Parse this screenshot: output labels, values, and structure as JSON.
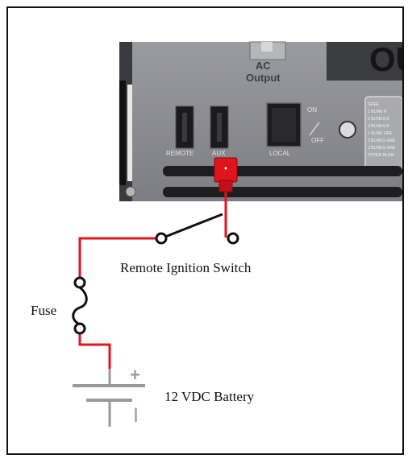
{
  "panel": {
    "ac_output_line1": "AC",
    "ac_output_line2": "Output",
    "remote_label": "REMOTE",
    "aux_label": "AUX",
    "local_label": "LOCAL",
    "on_label": "ON",
    "off_label": "OFF",
    "display_text": "OU",
    "led_legend": [
      "GREE",
      "1 BLINK R",
      "2 BLINKS R",
      "3 BLINKS R",
      "1 BLINK GRE",
      "2 BLINKS GRE",
      "3 BLINKS GRE",
      "OTHER BLINK"
    ]
  },
  "labels": {
    "switch": "Remote Ignition Switch",
    "fuse": "Fuse",
    "battery": "12 VDC Battery",
    "plus": "+",
    "minus": "|"
  },
  "colors": {
    "wire_positive": "#e0141c",
    "wire_switch": "#111111",
    "battery_plates": "#9a9a9a",
    "panel_body": "#8c8d92",
    "panel_dark": "#1e1e20"
  }
}
